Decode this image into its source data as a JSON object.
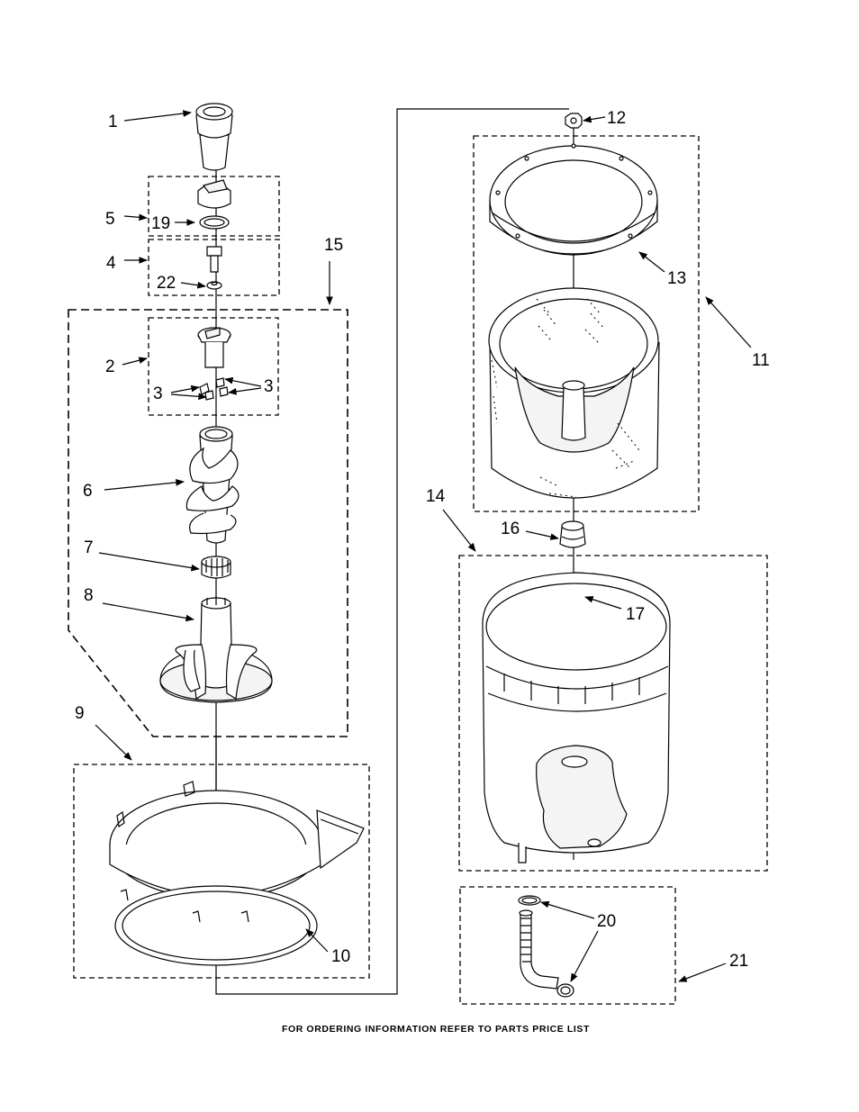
{
  "callouts": [
    "1",
    "2",
    "3",
    "3",
    "4",
    "5",
    "6",
    "7",
    "8",
    "9",
    "10",
    "11",
    "12",
    "13",
    "14",
    "15",
    "16",
    "17",
    "19",
    "20",
    "21",
    "22"
  ],
  "footer": "FOR ORDERING INFORMATION REFER TO PARTS PRICE LIST"
}
